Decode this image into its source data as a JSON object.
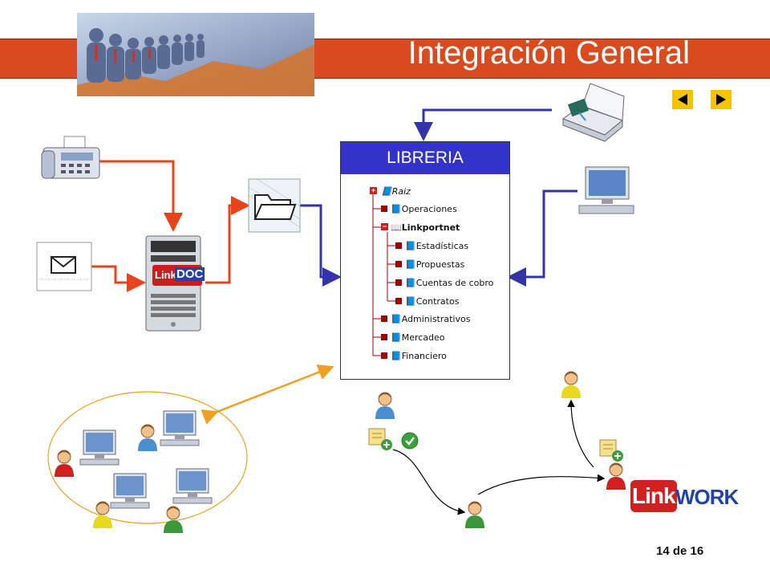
{
  "slide": {
    "title": "Integración General",
    "page_number": "14 de 16"
  },
  "library": {
    "header": "LIBRERIA",
    "tree": [
      {
        "label": "Raiz",
        "level": 0,
        "marker": "+"
      },
      {
        "label": "Operaciones",
        "level": 1
      },
      {
        "label": "Linkportnet",
        "level": 1,
        "marker": "−"
      },
      {
        "label": "Estadísticas",
        "level": 2
      },
      {
        "label": "Propuestas",
        "level": 2
      },
      {
        "label": "Cuentas de cobro",
        "level": 2
      },
      {
        "label": "Contratos",
        "level": 2
      },
      {
        "label": "Administrativos",
        "level": 1
      },
      {
        "label": "Mercadeo",
        "level": 1
      },
      {
        "label": "Financiero",
        "level": 1
      }
    ]
  },
  "logos": {
    "linkdoc": {
      "part1": "Link",
      "part2": "DOC"
    },
    "linkwork": {
      "part1": "Link",
      "part2": "WORK"
    }
  },
  "colors": {
    "title_bar": "#d94a1e",
    "library_header": "#3333cc",
    "orange_connector": "#e8441c",
    "blue_connector": "#3333aa",
    "gold_connector": "#f0a020",
    "nav_button": "#f5c400"
  },
  "icons": [
    "fax-icon",
    "envelope-icon",
    "server-icon",
    "folder-icon",
    "scanner-icon",
    "monitor-icon",
    "user-icon",
    "document-add-icon",
    "check-icon"
  ]
}
